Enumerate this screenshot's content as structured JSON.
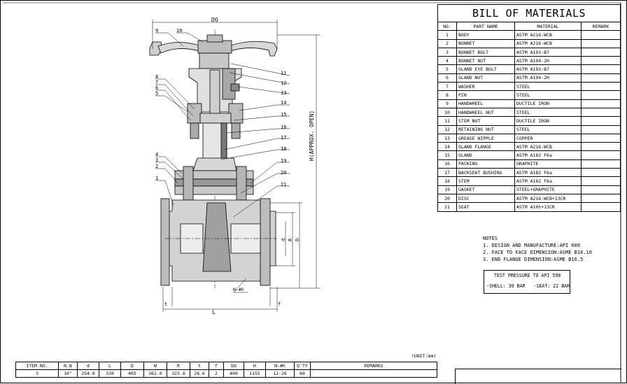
{
  "bom": {
    "title": "BILL OF MATERIALS",
    "headers": [
      "NO.",
      "PART NAME",
      "MATERIAL",
      "REMARK"
    ],
    "rows": [
      {
        "no": "1",
        "name": "BODY",
        "material": "ASTM A216-WCB"
      },
      {
        "no": "2",
        "name": "BONNET",
        "material": "ASTM A216-WCB"
      },
      {
        "no": "3",
        "name": "BONNET BOLT",
        "material": "ASTM A193-B7"
      },
      {
        "no": "4",
        "name": "BONNET NUT",
        "material": "ASTM A194-2H"
      },
      {
        "no": "5",
        "name": "GLAND EYE BOLT",
        "material": "ASTM A193-B7"
      },
      {
        "no": "6",
        "name": "GLAND NUT",
        "material": "ASTM A194-2H"
      },
      {
        "no": "7",
        "name": "WASHER",
        "material": "STEEL"
      },
      {
        "no": "8",
        "name": "PIN",
        "material": "STEEL"
      },
      {
        "no": "9",
        "name": "HANDWHEEL",
        "material": "DUCTILE IRON"
      },
      {
        "no": "10",
        "name": "HANDWHEEL NUT",
        "material": "STEEL"
      },
      {
        "no": "11",
        "name": "STEM NUT",
        "material": "DUCTILE IRON"
      },
      {
        "no": "12",
        "name": "RETAINING NUT",
        "material": "STEEL"
      },
      {
        "no": "13",
        "name": "GREASE NIPPLE",
        "material": "COPPER"
      },
      {
        "no": "14",
        "name": "GLAND FLANGE",
        "material": "ASTM A216-WCB"
      },
      {
        "no": "15",
        "name": "GLAND",
        "material": "ASTM A182 F6a"
      },
      {
        "no": "16",
        "name": "PACKING",
        "material": "GRAPHITE"
      },
      {
        "no": "17",
        "name": "BACKSEAT BUSHING",
        "material": "ASTM A182 F6a"
      },
      {
        "no": "18",
        "name": "STEM",
        "material": "ASTM A182 F6a"
      },
      {
        "no": "19",
        "name": "GASKET",
        "material": "STEEL+GRAPHITE"
      },
      {
        "no": "20",
        "name": "DISC",
        "material": "ASTM A216-WCB+13CR"
      },
      {
        "no": "21",
        "name": "SEAT",
        "material": "ASTM A105+13CR"
      }
    ]
  },
  "notes": {
    "title": "NOTES",
    "items": [
      "1. DESIGN AND MANUFACTURE:API 600",
      "2. FACE TO FACE DIMENSION:ASME B16.10",
      "3. END FLANGE DIMENSION:ASME B16.5"
    ]
  },
  "test_pressure": {
    "title": "TEST PRESSURE TO API 598",
    "shell": "-SHELL: 30 BAR",
    "seat": "-SEAT: 22 BAR"
  },
  "unit_label": "(UNIT:mm)",
  "spec_table": {
    "headers": [
      "ITEM NO.",
      "N.B",
      "d",
      "L",
      "D",
      "W",
      "R",
      "t",
      "f",
      "DO",
      "H",
      "N-#h",
      "Q'TY",
      "REMARKS"
    ],
    "row": [
      "3",
      "10\"",
      "254.0",
      "330",
      "405",
      "362.0",
      "323.8",
      "28.6",
      "2",
      "400",
      "1155",
      "12-26",
      "60",
      ""
    ]
  },
  "drawing": {
    "dim_top": "DO",
    "dim_height": "H(APPROX. OPEN)",
    "dim_length": "L",
    "dim_t": "t",
    "dim_f": "f",
    "dim_bolts": "N-#h",
    "dim_d": "d",
    "dim_R": "R",
    "dim_D": "D",
    "left_callouts": [
      "9",
      "10",
      "8",
      "7",
      "6",
      "5",
      "4",
      "3",
      "2",
      "1"
    ],
    "right_callouts": [
      "11",
      "12",
      "13",
      "14",
      "15",
      "16",
      "17",
      "18",
      "19",
      "20",
      "21"
    ]
  }
}
